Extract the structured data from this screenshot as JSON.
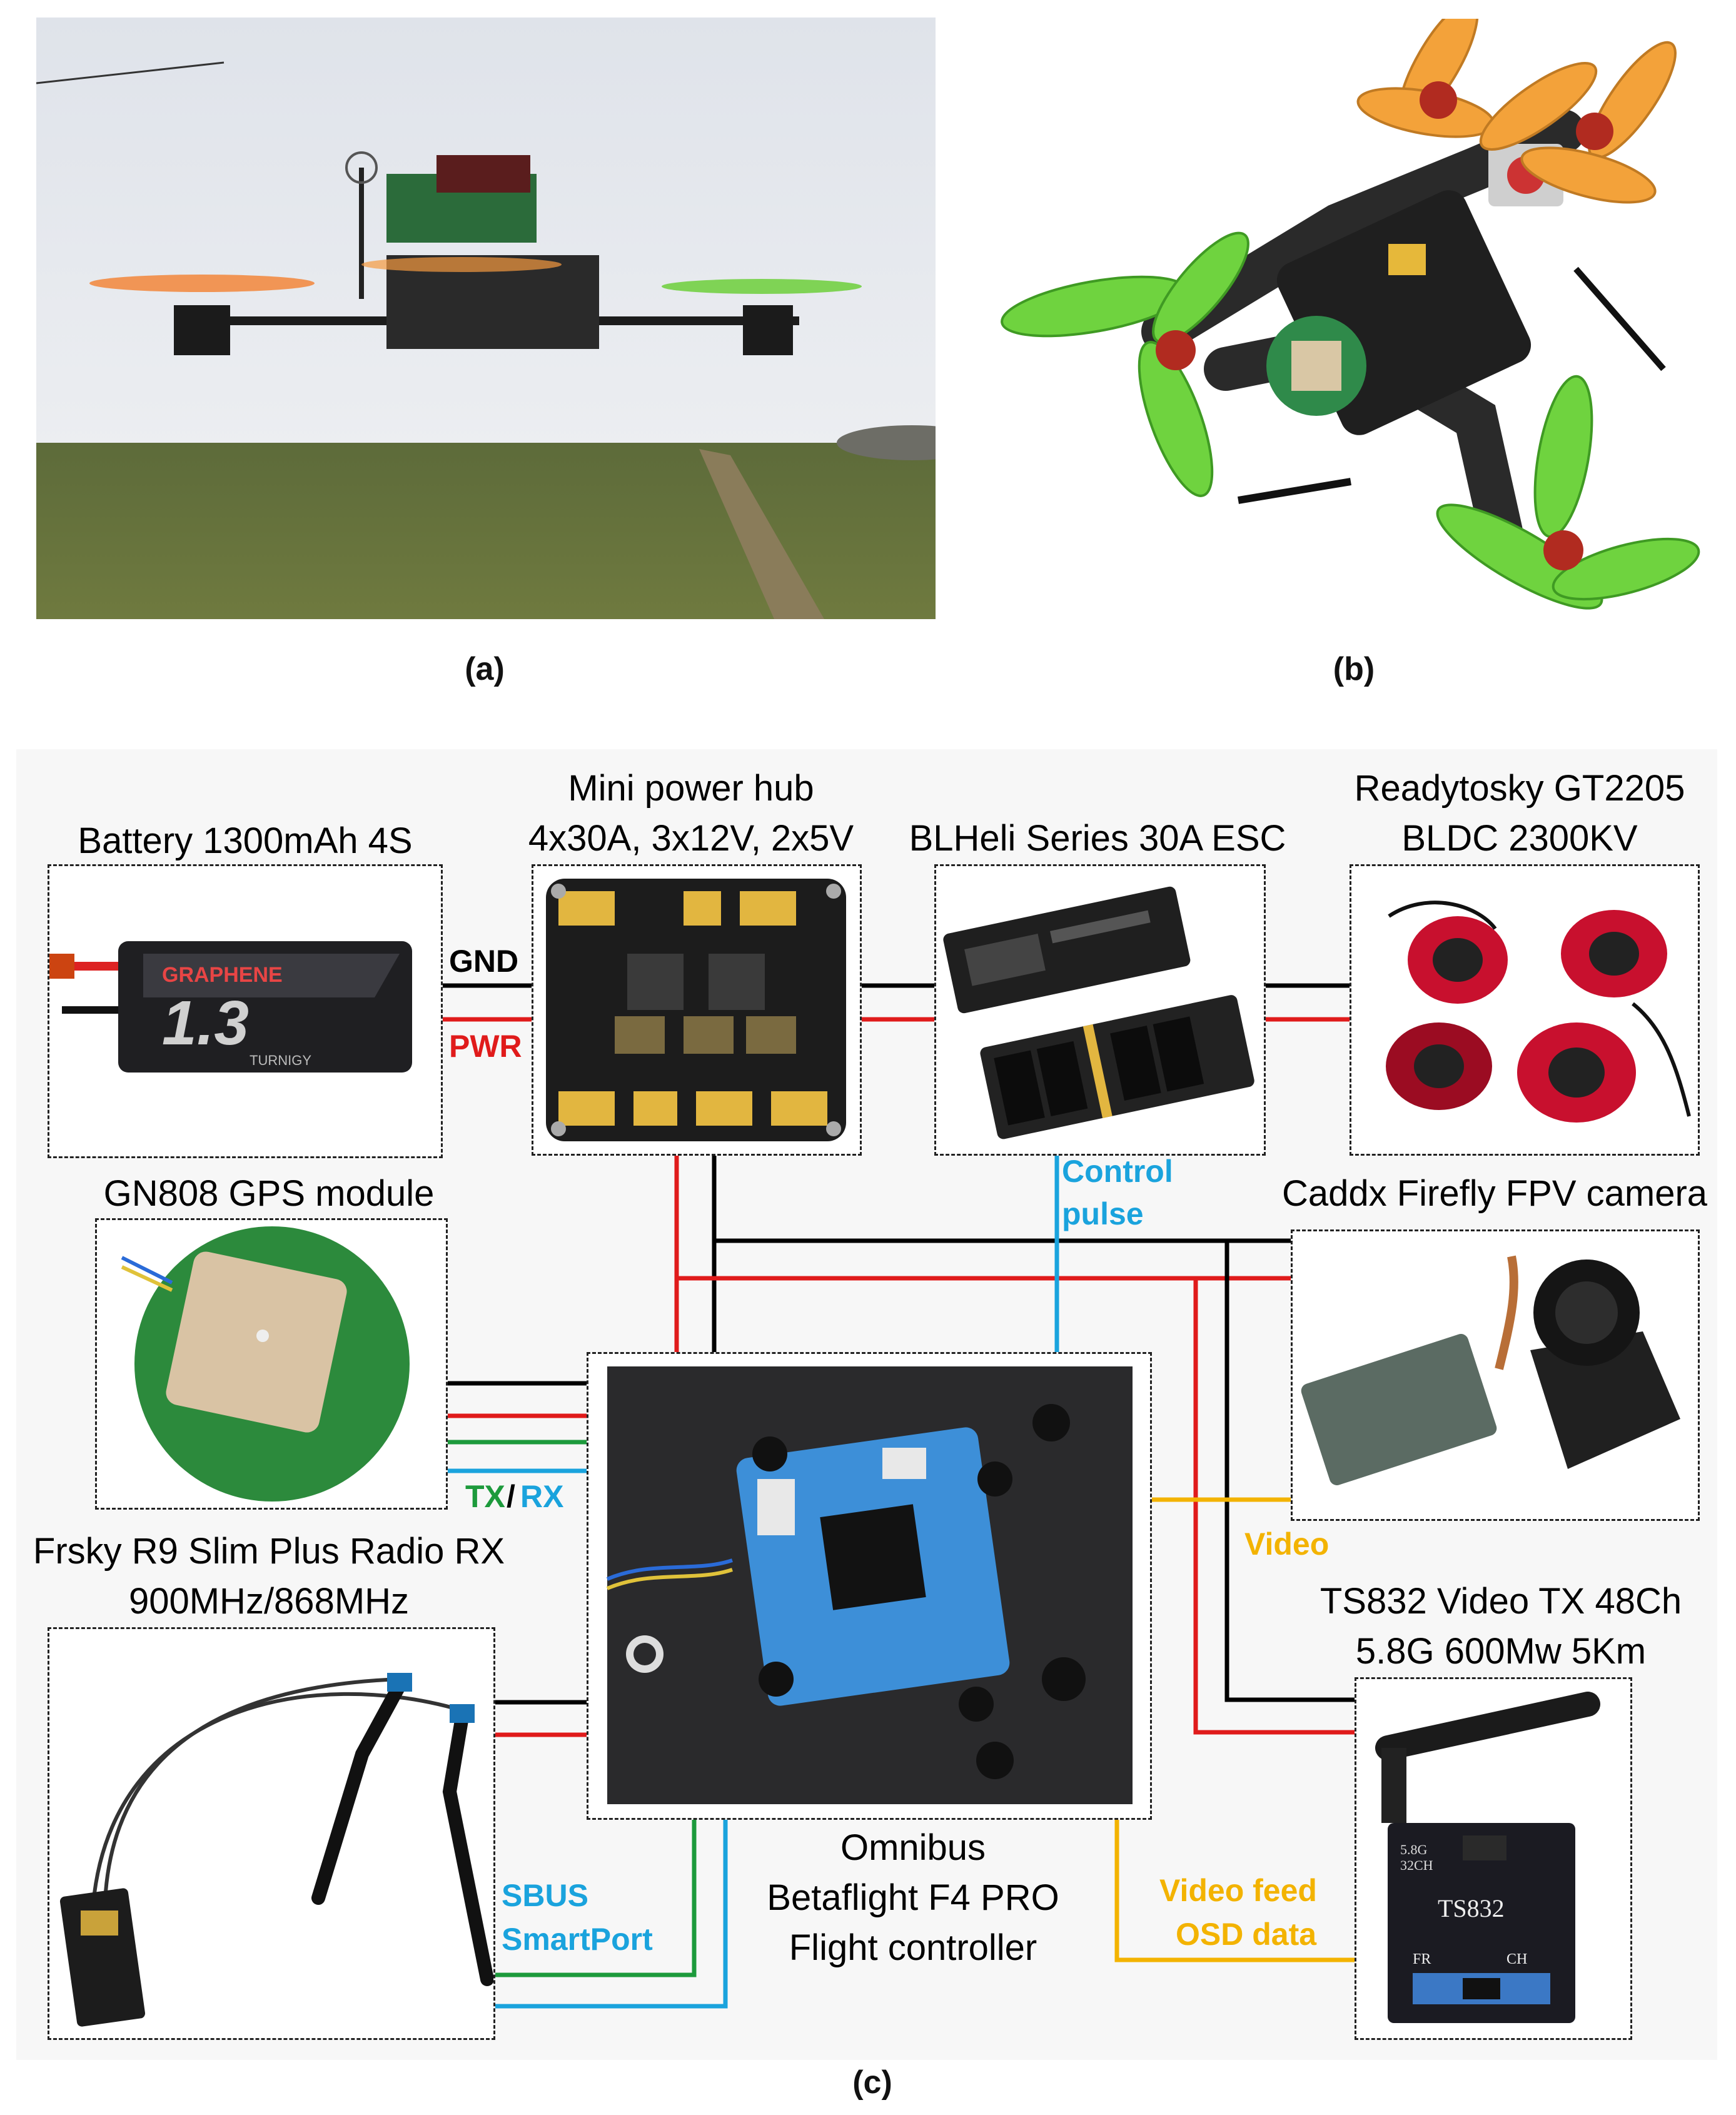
{
  "figure": {
    "captions": {
      "a": "(a)",
      "b": "(b)",
      "c": "(c)"
    }
  },
  "components": {
    "battery": {
      "title": "Battery 1300mAh 4S",
      "brand": "GRAPHENE",
      "capacity_mark": "1.3",
      "maker": "TURNIGY"
    },
    "power_hub": {
      "title_line1": "Mini power hub",
      "title_line2": "4x30A, 3x12V, 2x5V"
    },
    "esc": {
      "title": "BLHeli Series 30A ESC"
    },
    "motors": {
      "title_line1": "Readytosky GT2205",
      "title_line2": "BLDC  2300KV"
    },
    "gps": {
      "title": "GN808 GPS module"
    },
    "camera": {
      "title": "Caddx Firefly FPV camera"
    },
    "radio_rx": {
      "title_line1": "Frsky R9 Slim Plus Radio RX",
      "title_line2": "900MHz/868MHz"
    },
    "flight_controller": {
      "title_line1": "Omnibus",
      "title_line2": "Betaflight F4 PRO",
      "title_line3": "Flight controller"
    },
    "video_tx": {
      "title_line1": "TS832 Video TX 48Ch",
      "title_line2": "5.8G 600Mw 5Km",
      "device_mark": "TS832",
      "band_mark": "5.8G",
      "ch_mark": "32CH",
      "fr_mark": "FR",
      "chbtn_mark": "CH"
    }
  },
  "signals": {
    "gnd": "GND",
    "pwr": "PWR",
    "control_line1": "Control",
    "control_line2": "pulse",
    "tx": "TX",
    "slash": "/",
    "rx": "RX",
    "video": "Video",
    "sbus": "SBUS",
    "smartport": "SmartPort",
    "video_feed": "Video feed",
    "osd_data": "OSD data"
  },
  "colors": {
    "ground": "#000000",
    "power": "#e01b1b",
    "control": "#1aa3dd",
    "tx": "#1d9a3c",
    "video": "#f3b300",
    "gps_green": "#2c8a3c",
    "fc_blue": "#3d8fd8",
    "propeller_orange": "#f39a2b",
    "propeller_green": "#6ccf3a",
    "motor_red": "#c8102e"
  }
}
